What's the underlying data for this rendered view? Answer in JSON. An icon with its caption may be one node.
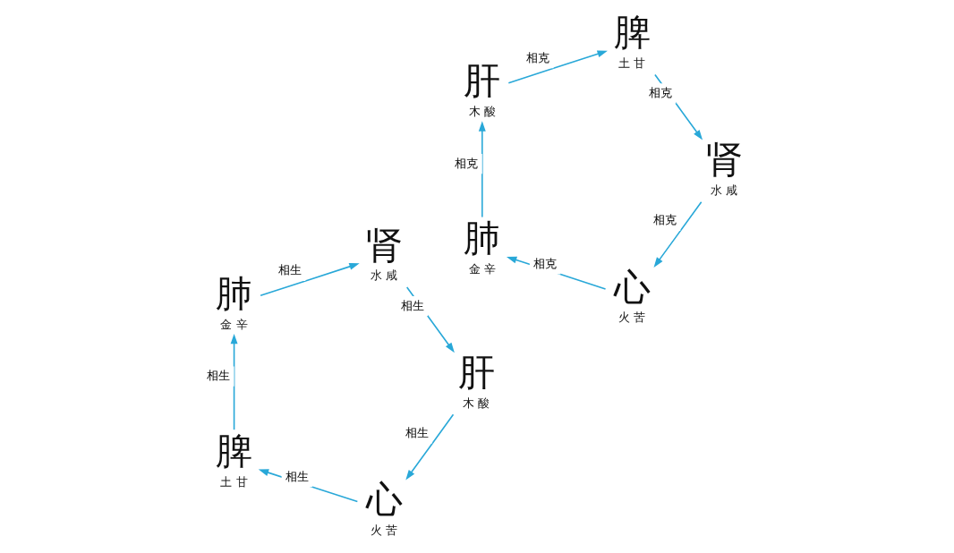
{
  "diagram": {
    "nodes": [
      {
        "text": [
          "心"
        ],
        "beside": [
          "火 苦"
        ]
      },
      {
        "text": [
          "脾"
        ],
        "beside": [
          "土 甘"
        ]
      },
      {
        "text": [
          "肺"
        ],
        "beside": [
          "金 辛"
        ]
      },
      {
        "text": [
          "肾"
        ],
        "beside": [
          "水 咸"
        ]
      },
      {
        "text": [
          "肝"
        ],
        "beside": [
          "木 酸"
        ]
      },
      {
        "text": [
          "心"
        ],
        "beside": [
          "火 苦"
        ]
      },
      {
        "text": [
          "脾"
        ],
        "beside": [
          "土 甘"
        ]
      },
      {
        "text": [
          "肺"
        ],
        "beside": [
          "金 辛"
        ]
      },
      {
        "text": [
          "肾"
        ],
        "beside": [
          "水 咸"
        ]
      },
      {
        "text": [
          "肝"
        ],
        "beside": [
          "木 酸"
        ]
      }
    ],
    "edges": [
      {
        "from": 0,
        "to": 1,
        "arrow": "to",
        "label": "相生"
      },
      {
        "from": 1,
        "to": 2,
        "arrow": "to",
        "label": "相生"
      },
      {
        "from": 2,
        "to": 3,
        "arrow": "to",
        "label": "相生"
      },
      {
        "from": 3,
        "to": 4,
        "arrow": "to",
        "label": "相生"
      },
      {
        "from": 4,
        "to": 0,
        "arrow": "to",
        "label": "相生"
      },
      {
        "from": 9,
        "to": 6,
        "arrow": "to",
        "label": "相克"
      },
      {
        "from": 6,
        "to": 8,
        "arrow": "to",
        "label": "相克"
      },
      {
        "from": 8,
        "to": 5,
        "arrow": "to",
        "label": "相克"
      },
      {
        "from": 5,
        "to": 7,
        "arrow": "to",
        "label": "相克"
      },
      {
        "from": 7,
        "to": 9,
        "arrow": "to",
        "label": "相克"
      }
    ]
  }
}
